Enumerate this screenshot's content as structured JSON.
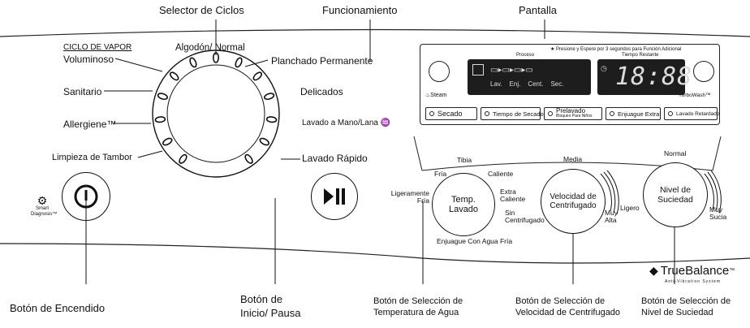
{
  "callouts": {
    "cycle_selector": "Selector de Ciclos",
    "operation": "Funcionamiento",
    "display": "Pantalla",
    "power_button": "Botón de Encendido",
    "start_pause_line1": "Botón de",
    "start_pause_line2": "Inicio/ Pausa",
    "temp_line1": "Botón de Selección de",
    "temp_line2": "Temperatura de Agua",
    "spin_line1": "Botón de Selección de",
    "spin_line2": "Velocidad de Centrifugado",
    "soil_line1": "Botón de Selección de",
    "soil_line2": "Nivel de Suciedad"
  },
  "cycles_left": {
    "steam_header": "CICLO DE VAPOR",
    "bulky": "Voluminoso",
    "sanitary": "Sanitario",
    "allergiene": "Allergiene™",
    "tub_clean": "Limpieza de Tambor"
  },
  "cycles_right": {
    "cotton": "Algodón/ Normal",
    "perm_press": "Planchado Permanente",
    "delicates": "Delicados",
    "handwash": "Lavado a Mano/Lana",
    "quick": "Lavado Rápido"
  },
  "display_panel": {
    "note": "★ Presione y Espere por 3 segundos para Función Adicional",
    "process_label": "Proceso",
    "time_label": "Tiempo Restante",
    "steam_label": "Steam",
    "turbowash_label": "TurboWash™",
    "stages": [
      "Lav.",
      "Enj.",
      "Cent.",
      "Sec."
    ],
    "digits": "18:88",
    "options": [
      "Secado",
      "Tiempo de Secado",
      "Prelavado",
      "Enjuague Extra",
      "Lavado Retardado"
    ],
    "prewash_sub": "Bloqueo Para Niños"
  },
  "temp_knob": {
    "label_line1": "Temp.",
    "label_line2": "Lavado",
    "opt_tibia": "Tibia",
    "opt_fria": "Fría",
    "opt_caliente": "Caliente",
    "opt_extra1": "Extra",
    "opt_extra2": "Caliente",
    "opt_lig1": "Ligeramente",
    "opt_lig2": "Fría",
    "opt_rinse_cold": "Enjuague Con Agua Fría"
  },
  "spin_knob": {
    "label_line1": "Velocidad de",
    "label_line2": "Centrifugado",
    "opt_media": "Media",
    "opt_sin1": "Sin",
    "opt_sin2": "Centrifugado",
    "opt_muy": "Muy",
    "opt_alta": "Alta"
  },
  "soil_knob": {
    "label_line1": "Nivel de",
    "label_line2": "Suciedad",
    "opt_normal": "Normal",
    "opt_ligero": "Ligero",
    "opt_muy": "Muy",
    "opt_sucia": "Sucia"
  },
  "smart_diag": {
    "line1": "Smart",
    "line2": "Diagnosis™"
  },
  "brand": {
    "name": "TrueBalance",
    "tm": "™",
    "sub": "Anti-Vibration System"
  }
}
